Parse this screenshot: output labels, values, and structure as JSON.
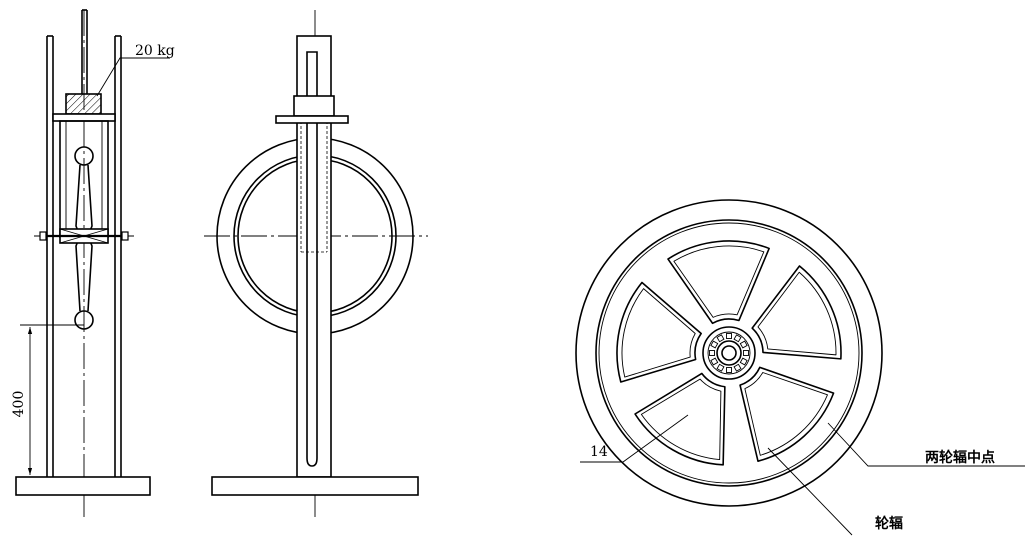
{
  "labels": {
    "weight": "20 kg",
    "height": "400",
    "part_number": "14",
    "spoke_midpoint": "两轮辐中点",
    "spoke": "轮辐"
  }
}
